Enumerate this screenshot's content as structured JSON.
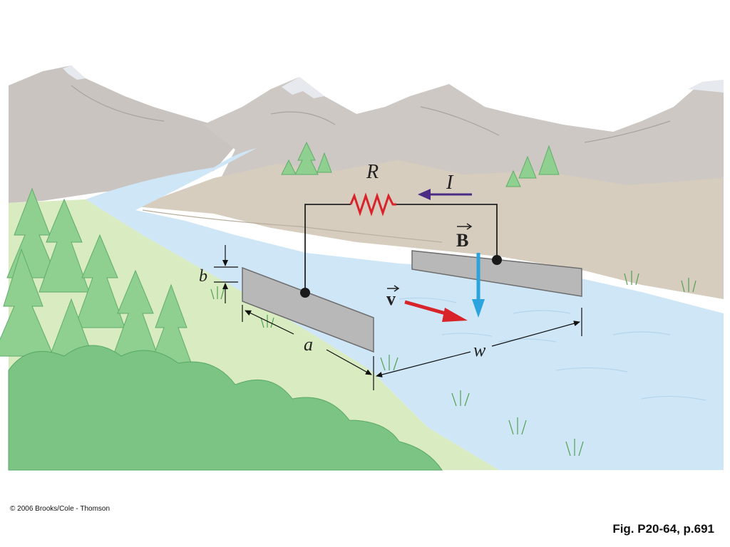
{
  "labels": {
    "resistor": "R",
    "current": "I",
    "field": "B",
    "velocity": "v",
    "plate_length": "a",
    "plate_height": "b",
    "separation": "w"
  },
  "footer": {
    "copyright": "© 2006 Brooks/Cole - Thomson",
    "caption": "Fig. P20-64, p.691"
  },
  "colors": {
    "sky": "#ffffff",
    "mountain": "#cbc7c3",
    "mountain_shadow": "#b9b4ae",
    "snow": "#e3e7ec",
    "bank_far": "#d7cfc2",
    "meadow": "#d9ebc0",
    "river": "#cfe6f6",
    "tree": "#8fcf8f",
    "tree_dark": "#5fb06b",
    "bush": "#7cc483",
    "plate": "#b8b8b8",
    "plate_edge": "#6d6d6d",
    "wire": "#222222",
    "resistor": "#d8232a",
    "current_arrow": "#4b2b84",
    "field_arrow": "#2aa3df",
    "velocity_arrow": "#d8232a",
    "dimension": "#111111"
  }
}
